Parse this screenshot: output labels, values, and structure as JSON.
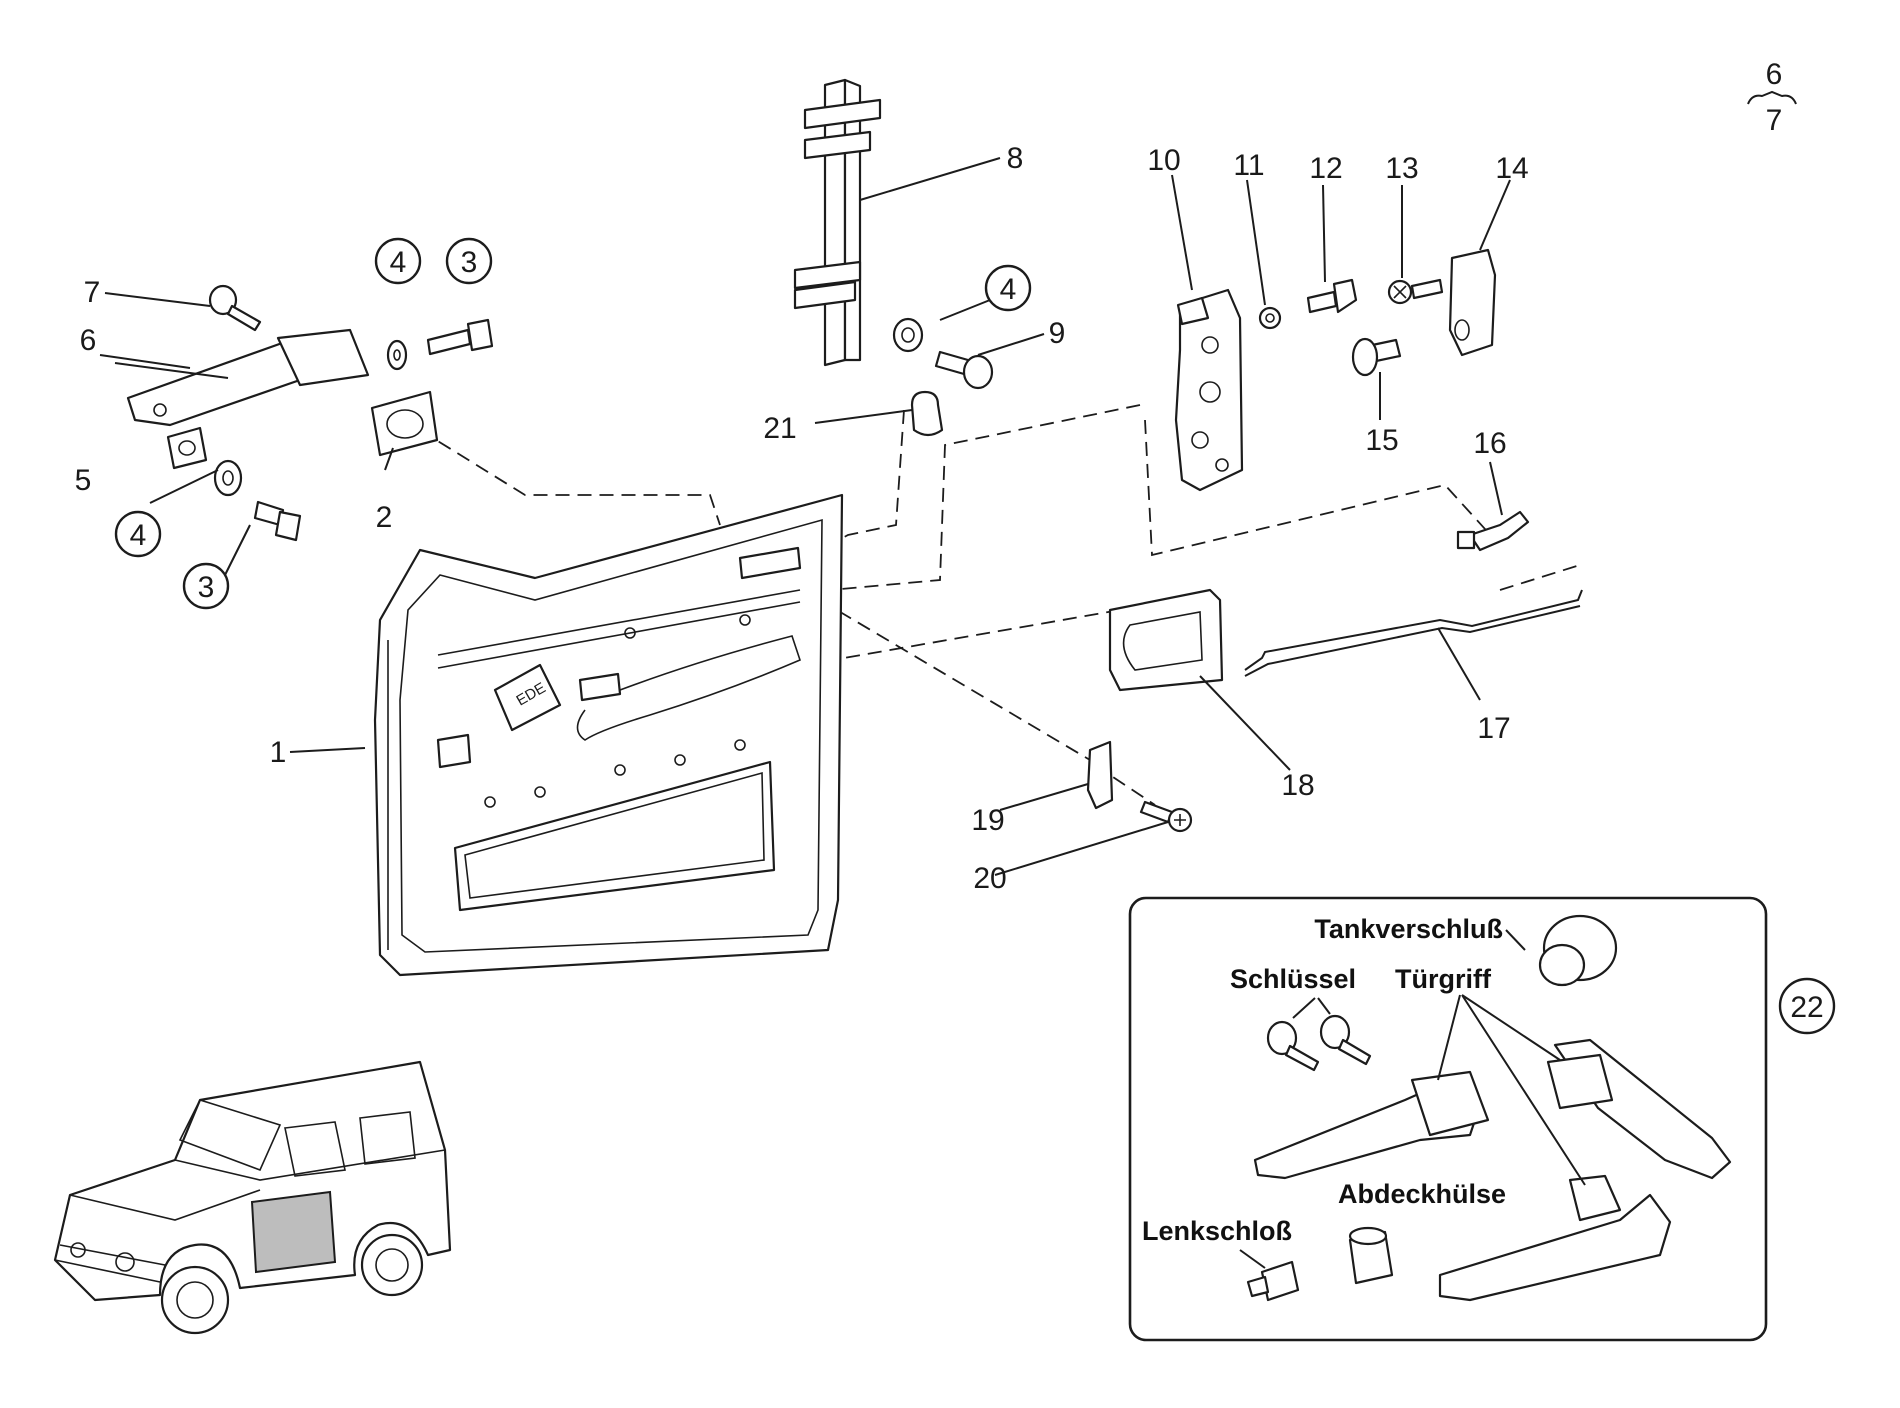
{
  "page_ref": {
    "top": "6",
    "bottom": "7"
  },
  "callouts": {
    "p1": "1",
    "p2": "2",
    "p3a": "3",
    "p3b": "3",
    "p4a": "4",
    "p4b": "4",
    "p4c": "4",
    "p5": "5",
    "p6": "6",
    "p7": "7",
    "p8": "8",
    "p9": "9",
    "p10": "10",
    "p11": "11",
    "p12": "12",
    "p13": "13",
    "p14": "14",
    "p15": "15",
    "p16": "16",
    "p17": "17",
    "p18": "18",
    "p19": "19",
    "p20": "20",
    "p21": "21",
    "p22": "22"
  },
  "inset": {
    "tankverschluss": "Tankverschluß",
    "schluessel": "Schlüssel",
    "tuergriff": "Türgriff",
    "abdeckhuelse": "Abdeckhülse",
    "lenkschloss": "Lenkschloß"
  },
  "colors": {
    "line": "#1c1c1c",
    "door_highlight": "#bdbdbd",
    "background": "#ffffff"
  }
}
